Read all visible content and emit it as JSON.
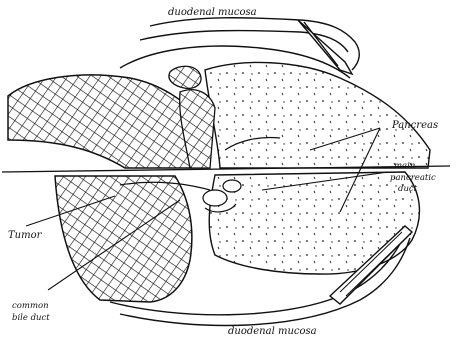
{
  "labels": {
    "duodenal_mucosa_top": "duodenal mucosa",
    "duodenal_mucosa_bottom": "duodenal mucosa",
    "pancreas": "Pancreas",
    "main_pancreatic_duct_line1": "main",
    "main_pancreatic_duct_line2": "pancreatic",
    "main_pancreatic_duct_line3": "duct",
    "tumor": "Tumor",
    "common_bile_duct_line1": "common",
    "common_bile_duct_line2": "bile duct"
  }
}
